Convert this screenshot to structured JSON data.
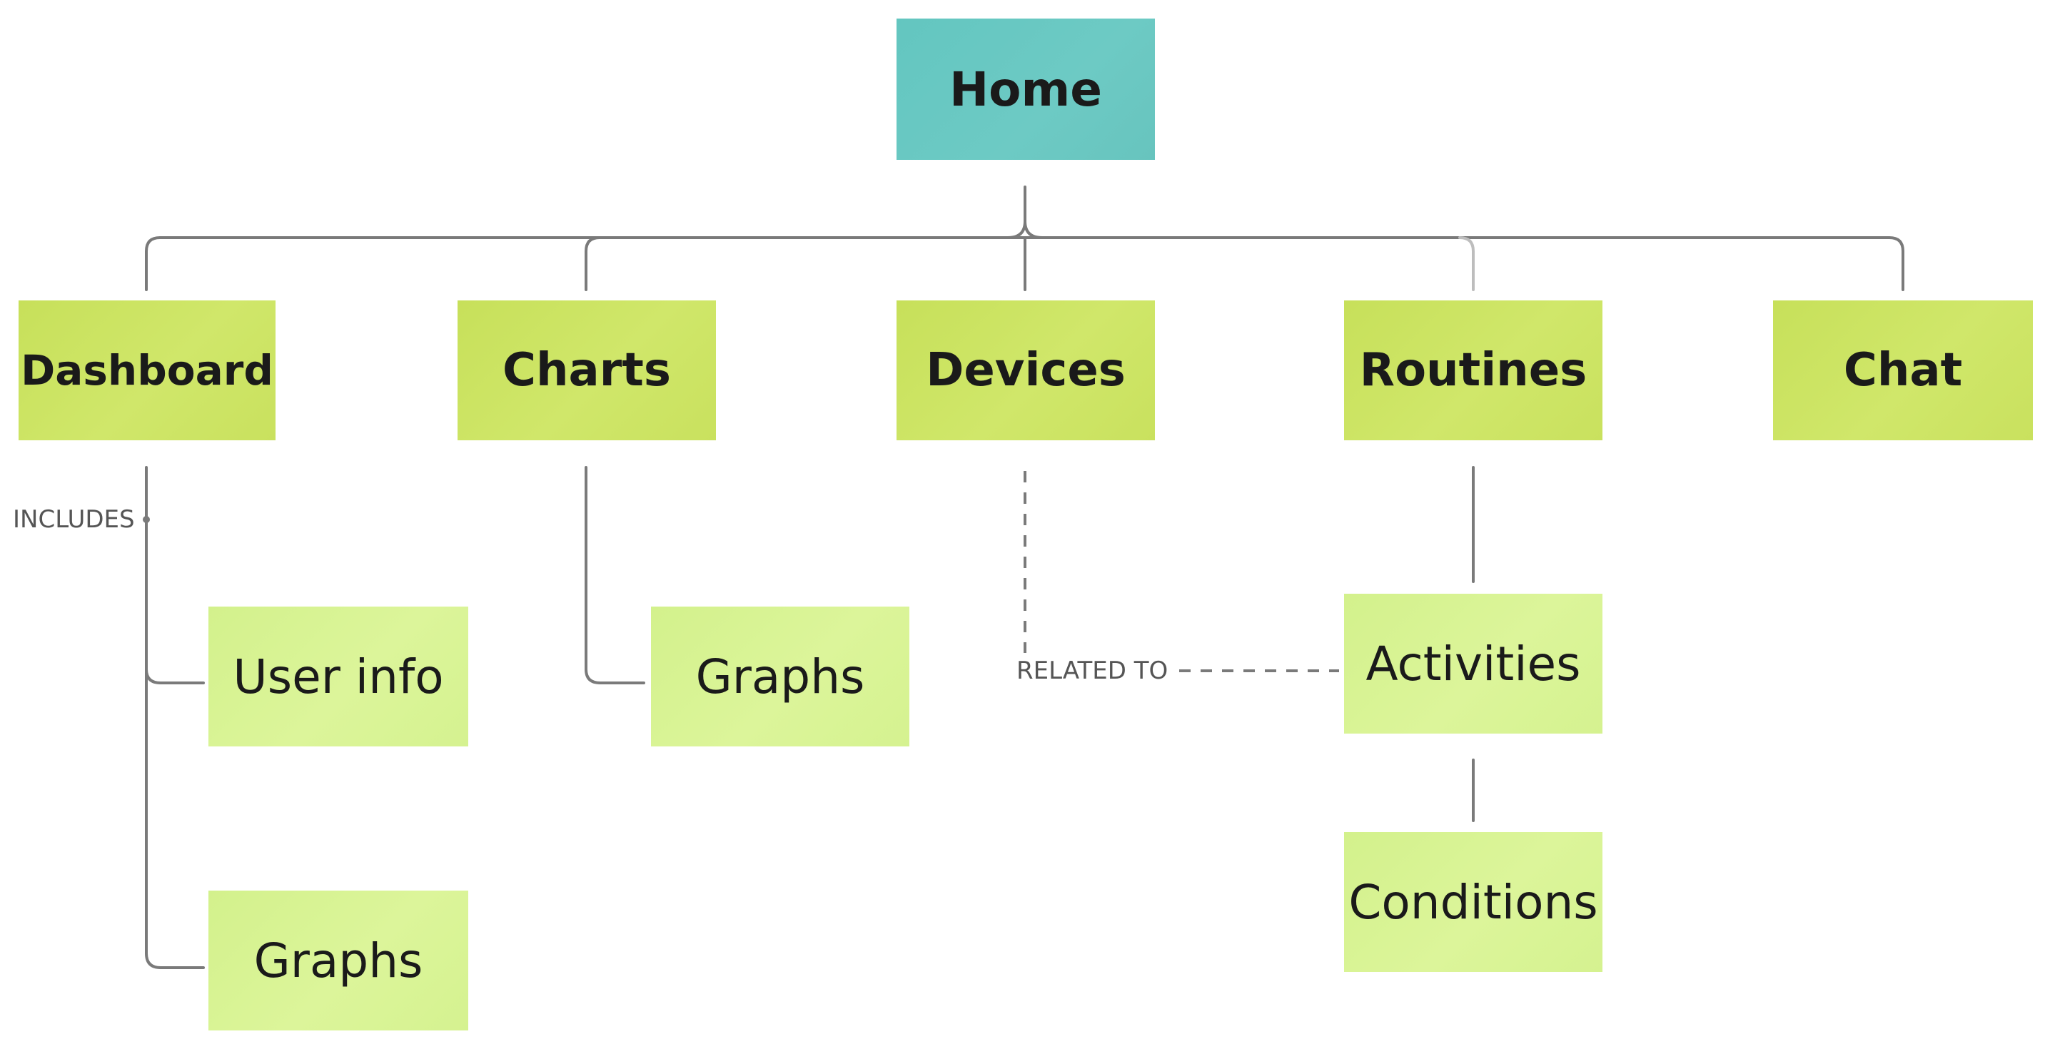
{
  "nodes": {
    "home": "Home",
    "dashboard": "Dashboard",
    "charts": "Charts",
    "devices": "Devices",
    "routines": "Routines",
    "chat": "Chat",
    "user_info": "User info",
    "dashboard_graphs": "Graphs",
    "charts_graphs": "Graphs",
    "activities": "Activities",
    "conditions": "Conditions"
  },
  "edge_labels": {
    "includes": "INCLUDES",
    "related_to": "RELATED TO"
  },
  "colors": {
    "root_note": "#6ac8c2",
    "section_note": "#cbe35f",
    "leaf_note": "#d8f394",
    "connector": "#7a7a7a"
  }
}
